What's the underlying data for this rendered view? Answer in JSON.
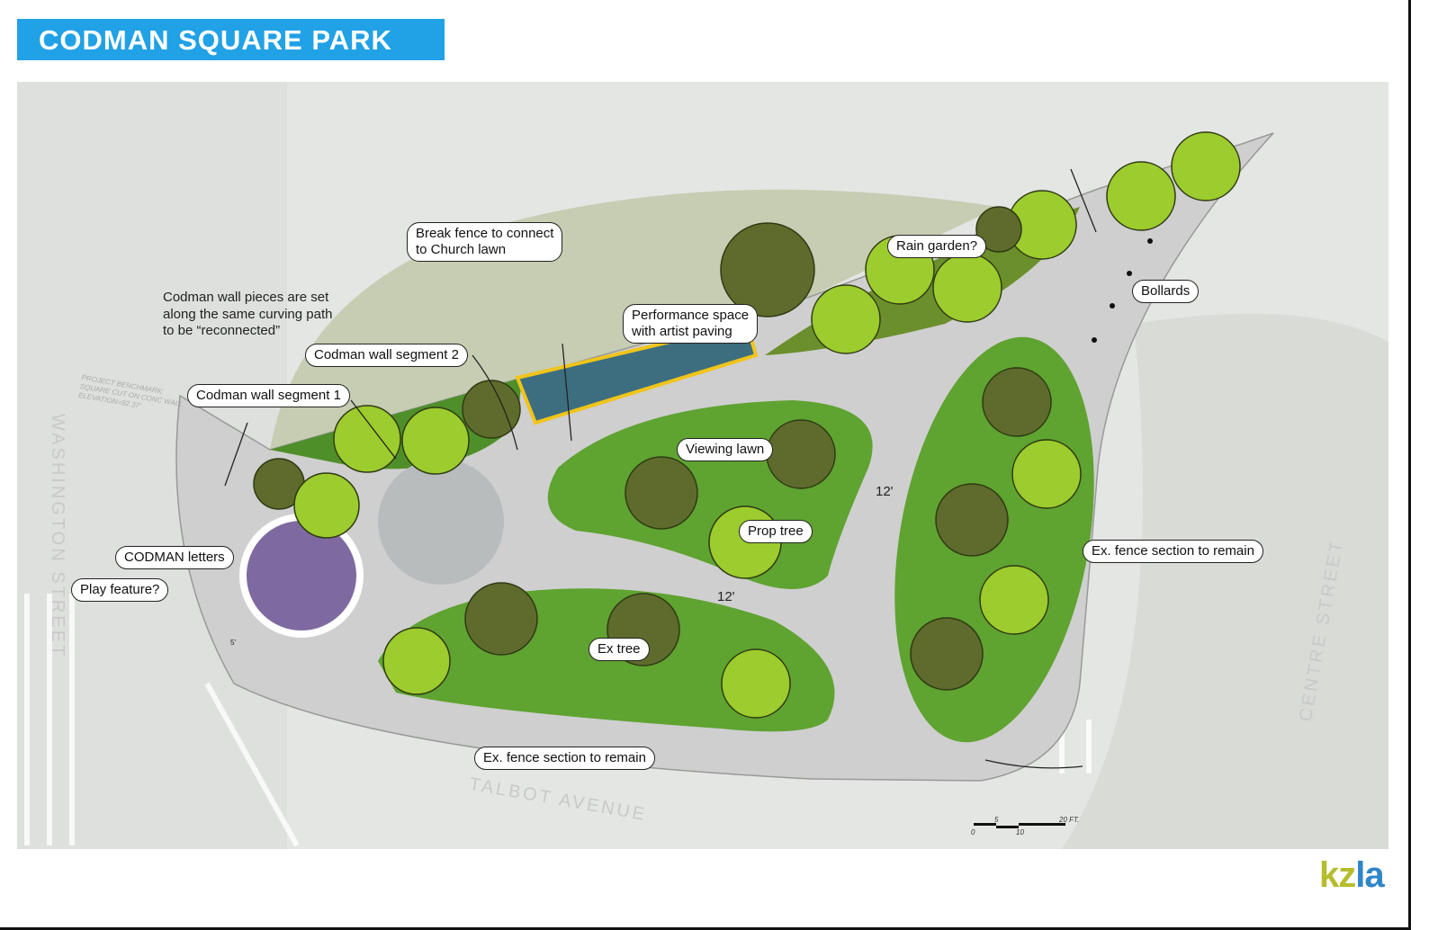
{
  "title": "CODMAN SQUARE PARK",
  "logo": {
    "part1": "kz",
    "part2": "la"
  },
  "colors": {
    "title_bar": "#21a1e6",
    "lawn": "#5fa331",
    "tree_dark": "#5e6b2c",
    "tree_bright": "#9ccc2d",
    "plaza": "#cfcfcf",
    "play_area": "#7e6aa0",
    "logo_kz": "#b5bd2e",
    "logo_la": "#2e86c8"
  },
  "callouts": {
    "break_fence": "Break fence to connect\nto Church lawn",
    "wall_note": "Codman wall pieces are set\nalong the same curving path\nto be “reconnected”",
    "wall_segment_2": "Codman wall segment 2",
    "wall_segment_1": "Codman wall segment 1",
    "performance_space": "Performance space\nwith artist paving",
    "rain_garden": "Rain garden?",
    "bollards": "Bollards",
    "viewing_lawn": "Viewing lawn",
    "prop_tree": "Prop tree",
    "codman_letters": "CODMAN letters",
    "play_feature": "Play feature?",
    "ex_tree": "Ex tree",
    "ex_fence_right": "Ex. fence section to remain",
    "ex_fence_bottom": "Ex. fence section to remain"
  },
  "dimensions": {
    "d1": "12'",
    "d2": "12'",
    "d3": "5'"
  },
  "streets": {
    "washington": "WASHINGTON STREET",
    "talbot": "TALBOT AVENUE",
    "centre": "CENTRE STREET"
  },
  "benchmark": "PROJECT BENCHMARK:\nSQUARE CUT ON CONC WALL\nELEVATION=92.37'",
  "scale_bar": {
    "t0": "0",
    "t5": "5",
    "t10": "10",
    "t20": "20 FT."
  }
}
